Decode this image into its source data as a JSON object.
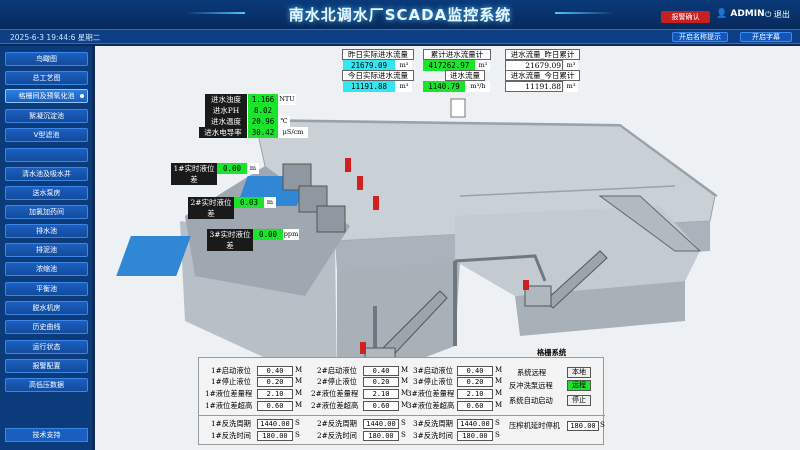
{
  "header": {
    "title": "南水北调水厂SCADA监控系统",
    "alarm_label": "报警确认",
    "user": "ADMIN",
    "logout": "退出"
  },
  "subbar": {
    "datetime": "2025-6-3  19:44:6  星期二",
    "btn_names": "开启名称提示",
    "btn_open": "开启字幕"
  },
  "sidebar": {
    "items": [
      "鸟瞰图",
      "总工艺图",
      "格栅间及预氧化池",
      "絮凝沉淀池",
      "V型滤池",
      "",
      "清水池及吸水井",
      "送水泵房",
      "加氯加药间",
      "排水池",
      "排泥池",
      "浓缩池",
      "平衡池",
      "脱水机房",
      "历史曲线",
      "运行状态",
      "报警配置",
      "高低压数据"
    ],
    "active_index": 2,
    "tech_support": "技术支持"
  },
  "flows": {
    "yday_actual_label": "昨日实际进水流量",
    "yday_actual_value": "21679.09",
    "yday_actual_unit": "m³",
    "total_in_label": "累计进水流量计",
    "total_in_value": "417262.97",
    "total_in_unit": "m³",
    "yday_total_label": "进水流量_昨日累计",
    "yday_total_value": "21679.09",
    "yday_total_unit": "m³",
    "today_actual_label": "今日实际进水流量",
    "today_actual_value": "11191.88",
    "today_actual_unit": "m³",
    "in_flow_label": "进水流量",
    "in_flow_value": "1140.79",
    "in_flow_unit": "m³/h",
    "today_total_label": "进水流量_今日累计",
    "today_total_value": "11191.88",
    "today_total_unit": "m³"
  },
  "quality": [
    {
      "label": "进水浊度",
      "value": "1.166",
      "unit": "NTU"
    },
    {
      "label": "进水PH",
      "value": "8.02",
      "unit": ""
    },
    {
      "label": "进水温度",
      "value": "20.96",
      "unit": "℃"
    },
    {
      "label": "进水电导率",
      "value": "30.42",
      "unit": "μS/cm"
    }
  ],
  "level_diffs": [
    {
      "label": "1#实时液位差",
      "value": "0.00",
      "unit": "m"
    },
    {
      "label": "2#实时液位差",
      "value": "0.03",
      "unit": "m"
    },
    {
      "label": "3#实时液位差",
      "value": "0.00",
      "unit": "ppm"
    }
  ],
  "panel": {
    "title": "格栅系统",
    "groups": [
      {
        "rows": [
          [
            "1#启动液位",
            "0.40",
            "M"
          ],
          [
            "1#停止液位",
            "0.20",
            "M"
          ],
          [
            "1#液位差量程",
            "2.10",
            "M"
          ],
          [
            "1#液位差超高",
            "0.60",
            "M"
          ]
        ]
      },
      {
        "rows": [
          [
            "2#启动液位",
            "0.40",
            "M"
          ],
          [
            "2#停止液位",
            "0.20",
            "M"
          ],
          [
            "2#液位差量程",
            "2.10",
            "M"
          ],
          [
            "2#液位差超高",
            "0.60",
            "M"
          ]
        ]
      },
      {
        "rows": [
          [
            "3#启动液位",
            "0.40",
            "M"
          ],
          [
            "3#停止液位",
            "0.20",
            "M"
          ],
          [
            "3#液位差量程",
            "2.10",
            "M"
          ],
          [
            "3#液位差超高",
            "0.60",
            "M"
          ]
        ]
      }
    ],
    "cycles": [
      {
        "rows": [
          [
            "1#反洗周期",
            "1440.00",
            "S"
          ],
          [
            "1#反洗时间",
            "180.00",
            "S"
          ]
        ]
      },
      {
        "rows": [
          [
            "2#反洗周期",
            "1440.00",
            "S"
          ],
          [
            "2#反洗时间",
            "180.00",
            "S"
          ]
        ]
      },
      {
        "rows": [
          [
            "3#反洗周期",
            "1440.00",
            "S"
          ],
          [
            "3#反洗时间",
            "180.00",
            "S"
          ]
        ]
      }
    ],
    "system_remote_label": "系统远程",
    "system_remote_btn": "本地",
    "backwash_label": "反冲洗泵远程",
    "backwash_btn": "远程",
    "auto_label": "系统自动启动",
    "auto_btn": "停止",
    "press_label": "压榨机延时停机",
    "press_value": "180.00",
    "press_unit": "S"
  },
  "colors": {
    "accent": "#1a5fc0",
    "value_green": "#19e62a",
    "value_cyan": "#34e6ef",
    "alarm": "#c8201e"
  }
}
